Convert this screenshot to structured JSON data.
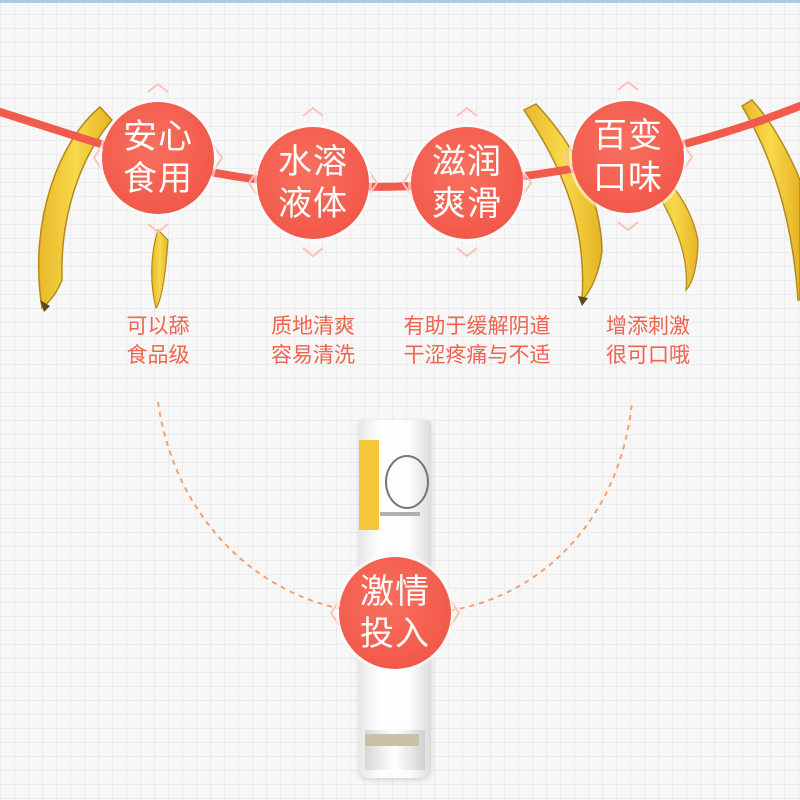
{
  "colors": {
    "accent": "#f25a4b",
    "text_accent": "#f0634f",
    "banana": "#f3d23c"
  },
  "features": [
    {
      "circle": [
        "安心",
        "食用"
      ],
      "desc": [
        "可以舔",
        "食品级"
      ]
    },
    {
      "circle": [
        "水溶",
        "液体"
      ],
      "desc": [
        "质地清爽",
        "容易清洗"
      ]
    },
    {
      "circle": [
        "滋润",
        "爽滑"
      ],
      "desc": [
        "有助于缓解阴道",
        "干涩疼痛与不适"
      ]
    },
    {
      "circle": [
        "百变",
        "口味"
      ],
      "desc": [
        "增添刺激",
        "很可口哦"
      ]
    }
  ],
  "center": {
    "lines": [
      "激情",
      "投入"
    ]
  },
  "icons": [
    "banana-icon",
    "chevron-icon",
    "product-tube-icon"
  ]
}
